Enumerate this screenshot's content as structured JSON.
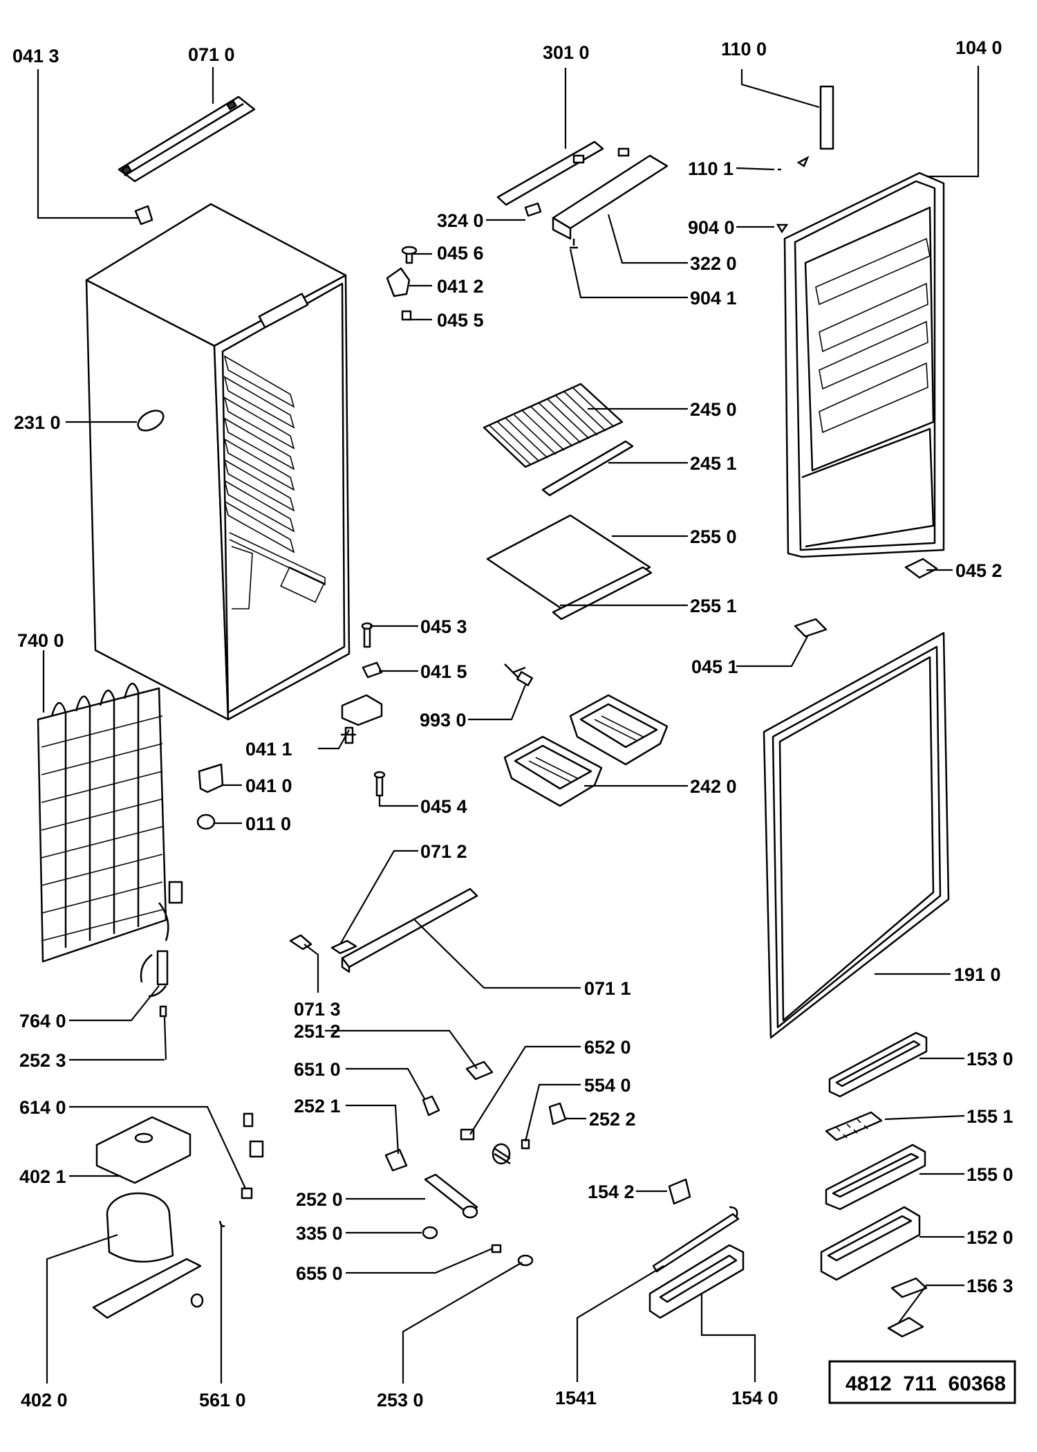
{
  "drawing_code": "4812  711  60368",
  "labels": [
    {
      "id": "0413",
      "text": "041 3"
    },
    {
      "id": "0710",
      "text": "071 0"
    },
    {
      "id": "3010",
      "text": "301 0"
    },
    {
      "id": "1100",
      "text": "110 0"
    },
    {
      "id": "1040",
      "text": "104 0"
    },
    {
      "id": "1101",
      "text": "110 1"
    },
    {
      "id": "3240",
      "text": "324 0"
    },
    {
      "id": "9040",
      "text": "904 0"
    },
    {
      "id": "0456",
      "text": "045 6"
    },
    {
      "id": "3220",
      "text": "322 0"
    },
    {
      "id": "0412",
      "text": "041 2"
    },
    {
      "id": "9041",
      "text": "904 1"
    },
    {
      "id": "0455",
      "text": "045 5"
    },
    {
      "id": "2310",
      "text": "231 0"
    },
    {
      "id": "2450",
      "text": "245 0"
    },
    {
      "id": "2451",
      "text": "245 1"
    },
    {
      "id": "2550",
      "text": "255 0"
    },
    {
      "id": "0452",
      "text": "045 2"
    },
    {
      "id": "2551",
      "text": "255 1"
    },
    {
      "id": "7400",
      "text": "740 0"
    },
    {
      "id": "0453",
      "text": "045 3"
    },
    {
      "id": "0415",
      "text": "041 5"
    },
    {
      "id": "0451",
      "text": "045 1"
    },
    {
      "id": "9930",
      "text": "993 0"
    },
    {
      "id": "0411",
      "text": "041 1"
    },
    {
      "id": "0410",
      "text": "041 0"
    },
    {
      "id": "2420",
      "text": "242 0"
    },
    {
      "id": "0454",
      "text": "045 4"
    },
    {
      "id": "0110",
      "text": "011 0"
    },
    {
      "id": "0712",
      "text": "071 2"
    },
    {
      "id": "0711",
      "text": "071 1"
    },
    {
      "id": "1910",
      "text": "191 0"
    },
    {
      "id": "0713",
      "text": "071 3"
    },
    {
      "id": "7640",
      "text": "764 0"
    },
    {
      "id": "2512",
      "text": "251 2"
    },
    {
      "id": "6520",
      "text": "652 0"
    },
    {
      "id": "2523",
      "text": "252 3"
    },
    {
      "id": "6510",
      "text": "651 0"
    },
    {
      "id": "1530",
      "text": "153 0"
    },
    {
      "id": "5540",
      "text": "554 0"
    },
    {
      "id": "6140",
      "text": "614 0"
    },
    {
      "id": "2521",
      "text": "252 1"
    },
    {
      "id": "2522",
      "text": "252 2"
    },
    {
      "id": "1551",
      "text": "155 1"
    },
    {
      "id": "4021",
      "text": "402 1"
    },
    {
      "id": "1550",
      "text": "155 0"
    },
    {
      "id": "1542",
      "text": "154 2"
    },
    {
      "id": "2520",
      "text": "252 0"
    },
    {
      "id": "1520",
      "text": "152 0"
    },
    {
      "id": "3350",
      "text": "335 0"
    },
    {
      "id": "6550",
      "text": "655 0"
    },
    {
      "id": "1563",
      "text": "156 3"
    },
    {
      "id": "4020",
      "text": "402 0"
    },
    {
      "id": "5610",
      "text": "561 0"
    },
    {
      "id": "2530",
      "text": "253  0"
    },
    {
      "id": "1541",
      "text": "1541"
    },
    {
      "id": "1540",
      "text": "154 0"
    }
  ]
}
